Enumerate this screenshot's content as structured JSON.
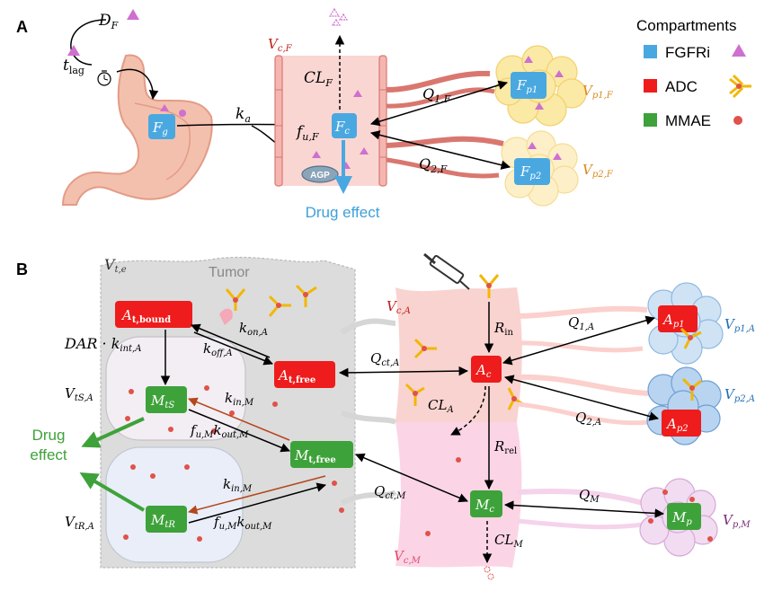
{
  "panels": {
    "a": "A",
    "b": "B"
  },
  "legend": {
    "title": "Compartments",
    "items": [
      {
        "label": "FGFRi",
        "color": "#4aa8e0",
        "symbol": "triangle"
      },
      {
        "label": "ADC",
        "color": "#ee1c1c",
        "symbol": "antibody"
      },
      {
        "label": "MMAE",
        "color": "#3ea23a",
        "symbol": "dot"
      }
    ]
  },
  "panel_a": {
    "dose": "D",
    "dose_sub": "F",
    "tlag": "t",
    "tlag_sub": "lag",
    "gut": "F",
    "gut_sub": "g",
    "ka": "k",
    "ka_sub": "a",
    "vc": "V",
    "vc_sub": "c,F",
    "cl": "CL",
    "cl_sub": "F",
    "fu": "f",
    "fu_sub": "u,F",
    "central": "F",
    "central_sub": "c",
    "agp": "AGP",
    "q1": "Q",
    "q1_sub": "1,F",
    "q2": "Q",
    "q2_sub": "2,F",
    "p1": "F",
    "p1_sub": "p1",
    "p2": "F",
    "p2_sub": "p2",
    "vp1": "V",
    "vp1_sub": "p1,F",
    "vp2": "V",
    "vp2_sub": "p2,F",
    "drug_effect": "Drug effect"
  },
  "panel_b": {
    "vte": "V",
    "vte_sub": "t,e",
    "tumor": "Tumor",
    "at_bound": "A",
    "at_bound_sub": "t,bound",
    "dar": "DAR · k",
    "dar_sub": "int,A",
    "kon": "k",
    "kon_sub": "on,A",
    "koff": "k",
    "koff_sub": "off,A",
    "at_free": "A",
    "at_free_sub": "t,free",
    "vts": "V",
    "vts_sub": "tS,A",
    "mts": "M",
    "mts_sub": "tS",
    "kin1": "k",
    "kin1_sub": "in,M",
    "fu1": "f",
    "fu1_sub": "u,M",
    "kout1": "k",
    "kout1_sub": "out,M",
    "drug_effect_line1": "Drug",
    "drug_effect_line2": "effect",
    "mt_free": "M",
    "mt_free_sub": "t,free",
    "kin2": "k",
    "kin2_sub": "in,M",
    "fu2": "f",
    "fu2_sub": "u,M",
    "kout2": "k",
    "kout2_sub": "out,M",
    "vtr": "V",
    "vtr_sub": "tR,A",
    "mtr": "M",
    "mtr_sub": "tR",
    "vca": "V",
    "vca_sub": "c,A",
    "rin": "R",
    "rin_sub": "in",
    "qcta": "Q",
    "qcta_sub": "ct,A",
    "ac": "A",
    "ac_sub": "c",
    "cla": "CL",
    "cla_sub": "A",
    "rrel": "R",
    "rrel_sub": "rel",
    "qctm": "Q",
    "qctm_sub": "ct,M",
    "mc": "M",
    "mc_sub": "c",
    "clm": "CL",
    "clm_sub": "M",
    "vcm": "V",
    "vcm_sub": "c,M",
    "q1a": "Q",
    "q1a_sub": "1,A",
    "ap1": "A",
    "ap1_sub": "p1",
    "vp1a": "V",
    "vp1a_sub": "p1,A",
    "q2a": "Q",
    "q2a_sub": "2,A",
    "ap2": "A",
    "ap2_sub": "p2",
    "vp2a": "V",
    "vp2a_sub": "p2,A",
    "qm": "Q",
    "qm_sub": "M",
    "mp": "M",
    "mp_sub": "p",
    "vpm": "V",
    "vpm_sub": "p,M"
  },
  "colors": {
    "fgfri_box": "#4aa8e0",
    "adc_box": "#ee1c1c",
    "mmae_box": "#3ea23a",
    "plasma": "#f9d3d0",
    "mmae_plasma": "#fbd5e6",
    "tumor_gray": "#dcdcdc",
    "periph_yellow": "#fbe9a6",
    "periph_blue": "#bcd9f2",
    "periph_purple": "#ecd6ee",
    "arrow_brown": "#b5471b",
    "label_red": "#c0201c",
    "label_orange": "#d98a1a",
    "label_blue": "#1f6db5",
    "label_purple": "#7a2b7a",
    "label_pink": "#e04a6a"
  }
}
